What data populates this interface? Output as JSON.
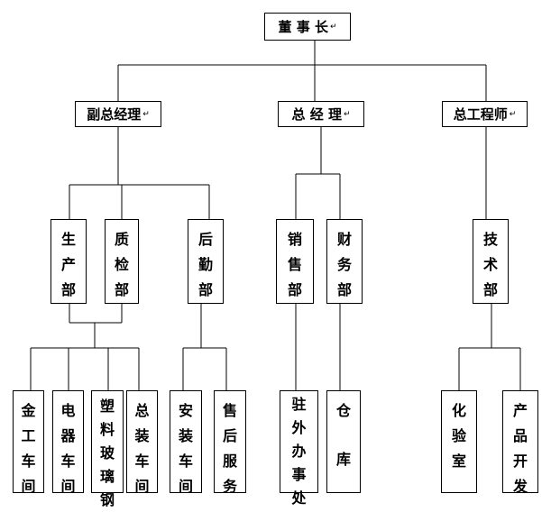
{
  "chairman": {
    "label": "董 事 长",
    "mark": "↵"
  },
  "executives": [
    {
      "label": "副总经理",
      "mark": "↵"
    },
    {
      "label": "总 经 理",
      "mark": "↵"
    },
    {
      "label": "总工程师",
      "mark": "↵"
    }
  ],
  "departments": [
    {
      "label": "生产部"
    },
    {
      "label": "质检部"
    },
    {
      "label": "后勤部"
    },
    {
      "label": "销售部"
    },
    {
      "label": "财务部"
    },
    {
      "label": "技术部"
    }
  ],
  "units": [
    {
      "label": "金工车间"
    },
    {
      "label": "电器车间"
    },
    {
      "label": "塑料玻璃钢"
    },
    {
      "label": "总装车间"
    },
    {
      "label": "安装车间"
    },
    {
      "label": "售后服务"
    },
    {
      "label": "驻外办事处"
    },
    {
      "label": "仓库"
    },
    {
      "label": "化验室"
    },
    {
      "label": "产品开发"
    }
  ]
}
